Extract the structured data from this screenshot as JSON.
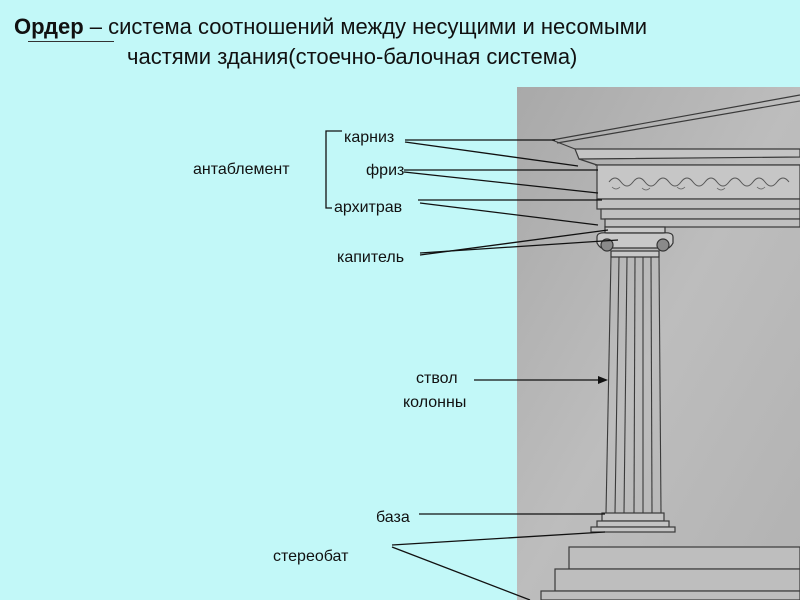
{
  "title": {
    "term": "Ордер",
    "rest_line1": " – система соотношений между несущими и несомыми",
    "line2": "частями здания(стоечно-балочная система)"
  },
  "labels": {
    "entablature": "антаблемент",
    "cornice": "карниз",
    "frieze": "фриз",
    "architrave": "архитрав",
    "capital": "капитель",
    "shaft_line1": "ствол",
    "shaft_line2": "колонны",
    "base": "база",
    "stylobate": "стереобат"
  },
  "colors": {
    "background": "#c2f8f8",
    "drawing_paper": "#b9b9b9",
    "ink": "#1a1a1a"
  }
}
